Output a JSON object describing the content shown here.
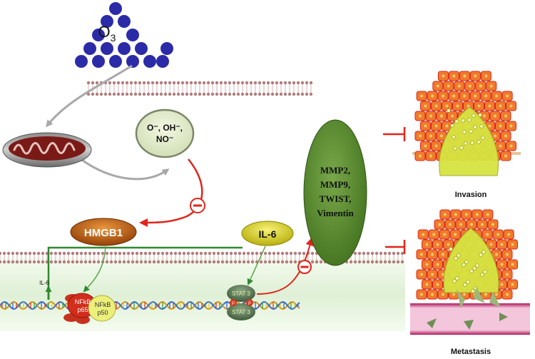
{
  "ozone": {
    "label": "O",
    "subscript": "3"
  },
  "ros": {
    "line1": "O⁻, OH⁻,",
    "line2": "NO⁻"
  },
  "nodes": {
    "hmgb1": "HMGB1",
    "il6": "IL-6",
    "il6_gene": "IL-6",
    "nfkb_p65_top": "NFkB",
    "nfkb_p65_bottom": "p65",
    "nfkb_p50_top": "NFkB",
    "nfkb_p50_bottom": "p50",
    "stat3_top": "STAT 3",
    "stat3_bottom": "STAT 3",
    "phospho": "P"
  },
  "targets": [
    "MMP2,",
    "MMP9,",
    "TWIST,",
    "Vimentin"
  ],
  "inhibit_symbol": "−",
  "outcomes": {
    "invasion": "Invasion",
    "metastasis": "Metastasis"
  },
  "colors": {
    "ozone_dot": "#2b2ba8",
    "hmgb1": "#b8560e",
    "il6": "#d9cf08",
    "target_oval": "#5d9130",
    "mitochondria": "#7a1a16",
    "inhibit_red": "#e0251b",
    "activate_green": "#2f8a2f",
    "cell_orange": "#f07a2c",
    "cell_yellow": "#d9e645"
  }
}
